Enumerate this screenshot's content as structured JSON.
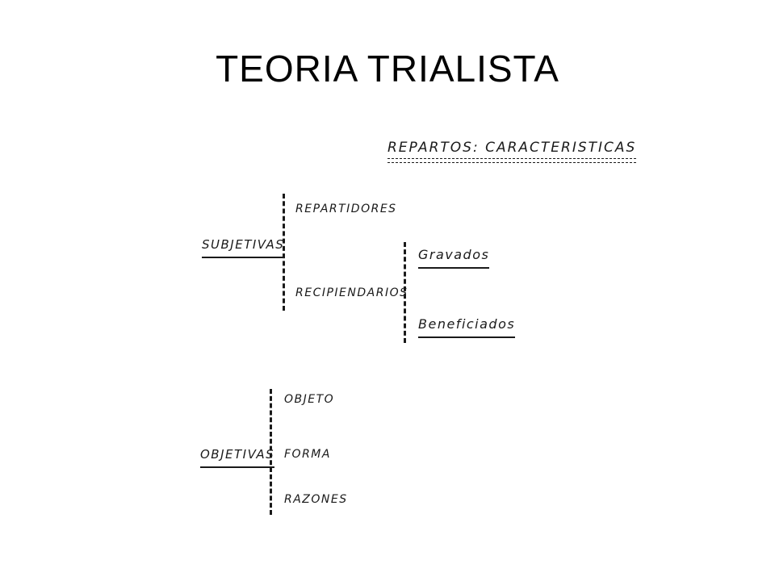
{
  "slide": {
    "title": "TEORIA TRIALISTA"
  },
  "diagram": {
    "heading": "REPARTOS: CARACTERISTICAS",
    "subjetivas": {
      "label": "SUBJETIVAS",
      "repartidores": "REPARTIDORES",
      "recipiendarios": "RECIPIENDARIOS",
      "gravados": "Gravados",
      "beneficiados": "Beneficiados"
    },
    "objetivas": {
      "label": "OBJETIVAS",
      "objeto": "OBJETO",
      "forma": "FORMA",
      "razones": "RAZONES"
    }
  }
}
